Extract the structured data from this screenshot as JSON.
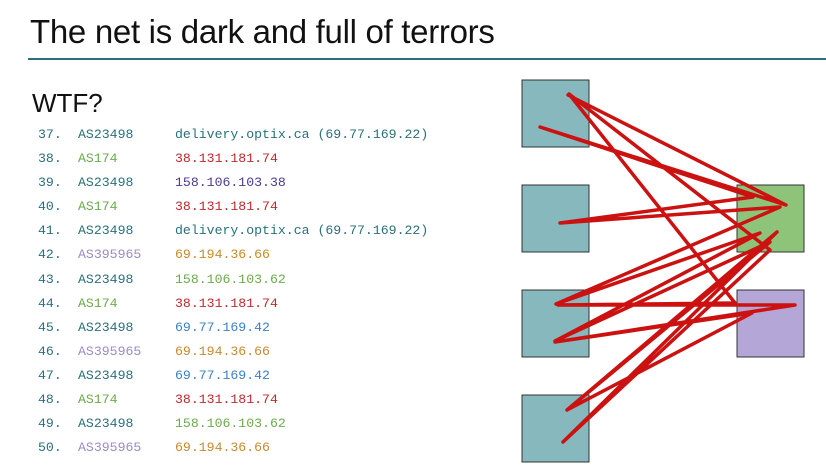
{
  "title": "The net is dark and full of terrors",
  "subtitle": "WTF?",
  "colors": {
    "rule": "#2b6f7f",
    "AS23498": "#2a6f7c",
    "AS174": "#6aab4a",
    "AS395965": "#9a8cc6",
    "host_optix": "#2a6f7c",
    "host_38": "#c0282d",
    "host_158_38": "#4b3a8e",
    "host_69_194": "#c9892a",
    "host_158_62": "#6aab4a",
    "host_69_77": "#3f7fc4",
    "node_teal": "#86b8bd",
    "node_green": "#8dc47a",
    "node_purple": "#b4a6d6",
    "edge": "#cc1111"
  },
  "trace": [
    {
      "num": "37.",
      "asn": "AS23498",
      "host": "delivery.optix.ca (69.77.169.22)",
      "asn_color": "#2a6f7c",
      "host_color": "#2a6f7c"
    },
    {
      "num": "38.",
      "asn": "AS174",
      "host": "38.131.181.74",
      "asn_color": "#6aab4a",
      "host_color": "#c0282d"
    },
    {
      "num": "39.",
      "asn": "AS23498",
      "host": "158.106.103.38",
      "asn_color": "#2a6f7c",
      "host_color": "#4b3a8e"
    },
    {
      "num": "40.",
      "asn": "AS174",
      "host": "38.131.181.74",
      "asn_color": "#6aab4a",
      "host_color": "#c0282d"
    },
    {
      "num": "41.",
      "asn": "AS23498",
      "host": "delivery.optix.ca (69.77.169.22)",
      "asn_color": "#2a6f7c",
      "host_color": "#2a6f7c"
    },
    {
      "num": "42.",
      "asn": "AS395965",
      "host": "69.194.36.66",
      "asn_color": "#9a8cc6",
      "host_color": "#c9892a"
    },
    {
      "num": "43.",
      "asn": "AS23498",
      "host": "158.106.103.62",
      "asn_color": "#2a6f7c",
      "host_color": "#6aab4a"
    },
    {
      "num": "44.",
      "asn": "AS174",
      "host": "38.131.181.74",
      "asn_color": "#6aab4a",
      "host_color": "#c0282d"
    },
    {
      "num": "45.",
      "asn": "AS23498",
      "host": "69.77.169.42",
      "asn_color": "#2a6f7c",
      "host_color": "#3f7fc4"
    },
    {
      "num": "46.",
      "asn": "AS395965",
      "host": "69.194.36.66",
      "asn_color": "#9a8cc6",
      "host_color": "#c9892a"
    },
    {
      "num": "47.",
      "asn": "AS23498",
      "host": "69.77.169.42",
      "asn_color": "#2a6f7c",
      "host_color": "#3f7fc4"
    },
    {
      "num": "48.",
      "asn": "AS174",
      "host": "38.131.181.74",
      "asn_color": "#6aab4a",
      "host_color": "#c0282d"
    },
    {
      "num": "49.",
      "asn": "AS23498",
      "host": "158.106.103.62",
      "asn_color": "#2a6f7c",
      "host_color": "#6aab4a"
    },
    {
      "num": "50.",
      "asn": "AS395965",
      "host": "69.194.36.66",
      "asn_color": "#9a8cc6",
      "host_color": "#c9892a"
    }
  ],
  "diagram": {
    "nodes": [
      {
        "id": "teal-1",
        "color": "#86b8bd"
      },
      {
        "id": "teal-2",
        "color": "#86b8bd"
      },
      {
        "id": "teal-3",
        "color": "#86b8bd"
      },
      {
        "id": "teal-4",
        "color": "#86b8bd"
      },
      {
        "id": "green",
        "color": "#8dc47a"
      },
      {
        "id": "purple",
        "color": "#b4a6d6"
      }
    ]
  }
}
